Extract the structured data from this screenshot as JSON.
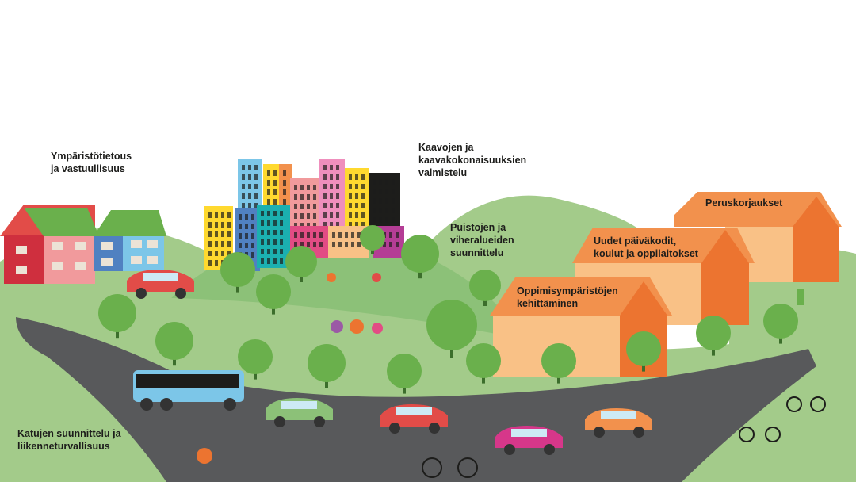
{
  "labels": {
    "environment": "Ympäristötietous\nja vastuullisuus",
    "zoning": "Kaavojen ja\nkaavakokonaisuuksien\nvalmistelu",
    "parks": "Puistojen ja\nviheralueiden\nsuunnittelu",
    "renovations": "Peruskorjaukset",
    "new_buildings": "Uudet päiväkodit,\nkoulut ja oppilaitokset",
    "learning": "Oppimisympäristöjen\nkehittäminen",
    "streets": "Katujen suunnittelu ja\nliikenneturvallisuus"
  },
  "colors": {
    "grass_light": "#a3cb8a",
    "grass": "#7fba6a",
    "road": "#58595b",
    "orange_roof": "#f2914d",
    "orange_dark": "#ec7430",
    "orange_wall": "#f9c186",
    "tree": "#6ab04c"
  }
}
